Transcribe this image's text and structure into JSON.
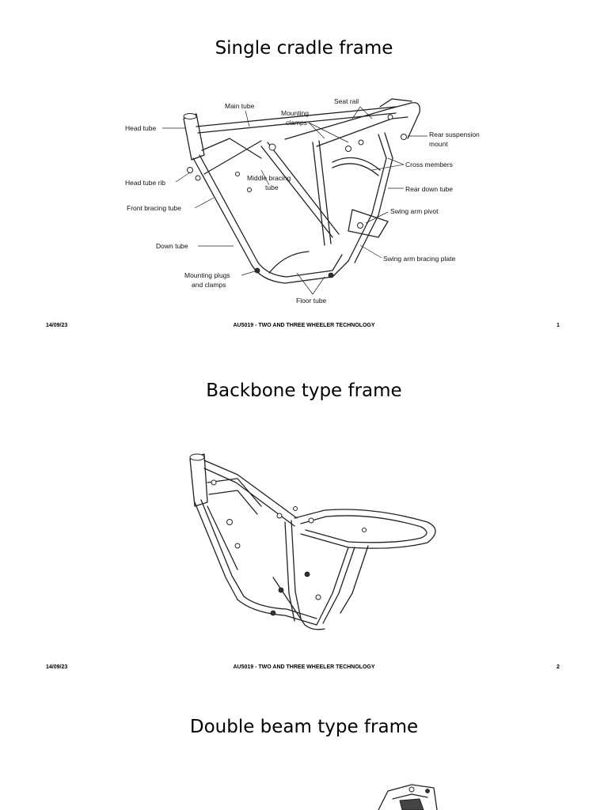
{
  "slides": [
    {
      "title": "Single cradle frame",
      "labels": {
        "main_tube": "Main tube",
        "seat_rail": "Seat rail",
        "mounting_clamps_1": "Mounting",
        "mounting_clamps_2": "clamps",
        "head_tube": "Head tube",
        "rear_susp_1": "Rear suspension",
        "rear_susp_2": "mount",
        "cross_members": "Cross members",
        "head_tube_rib": "Head tube rib",
        "middle_bracing_1": "Middle bracing",
        "middle_bracing_2": "tube",
        "rear_down_tube": "Rear down tube",
        "front_bracing_tube": "Front bracing tube",
        "swing_arm_pivot": "Swing arm pivot",
        "down_tube": "Down tube",
        "swing_arm_bracing_plate": "Swing arm bracing plate",
        "mounting_plugs_1": "Mounting plugs",
        "mounting_plugs_2": "and clamps",
        "floor_tube": "Floor tube"
      },
      "footer": {
        "date": "14/09/23",
        "course": "AU5019 - TWO AND THREE WHEELER TECHNOLOGY",
        "page": "1"
      }
    },
    {
      "title": "Backbone type frame",
      "footer": {
        "date": "14/09/23",
        "course": "AU5019 - TWO AND THREE WHEELER TECHNOLOGY",
        "page": "2"
      }
    },
    {
      "title": "Double beam type frame"
    }
  ]
}
